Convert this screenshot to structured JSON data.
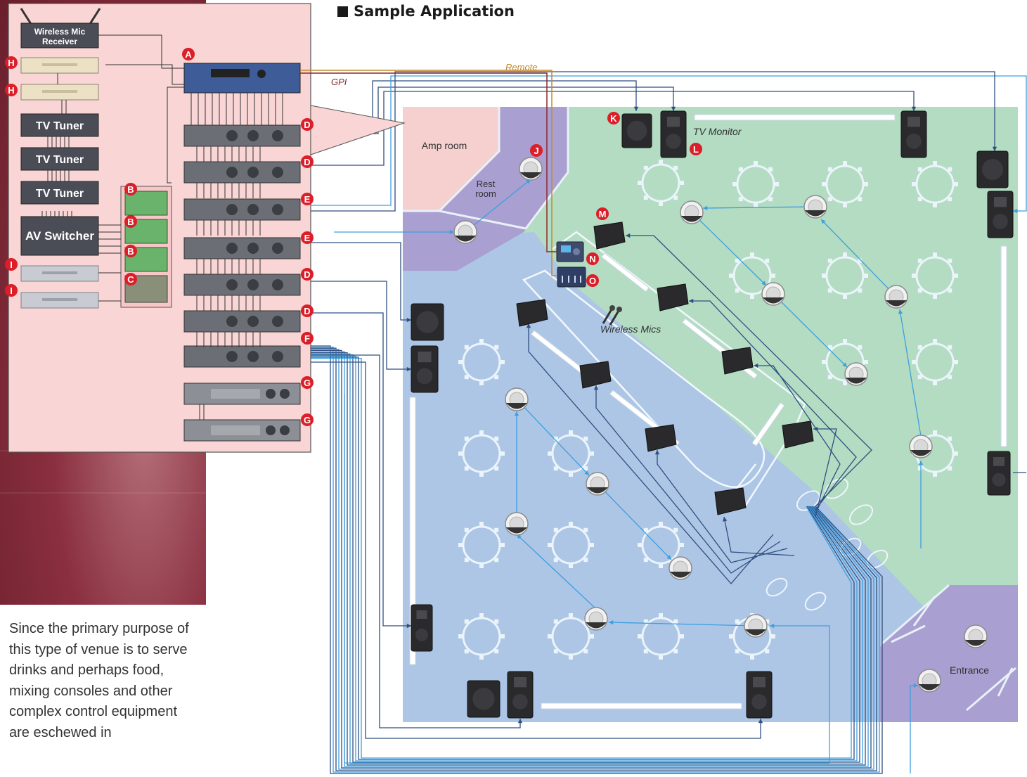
{
  "title": "Sample Application",
  "side_text": "Since the primary purpose of this type of venue is to serve drinks and perhaps food, mixing consoles and other complex control equipment are eschewed in",
  "rack": {
    "devices": [
      "Wireless Mic Receiver",
      "TV Tuner",
      "TV Tuner",
      "TV Tuner",
      "AV Switcher"
    ],
    "markers": [
      "A",
      "B",
      "B",
      "B",
      "C",
      "D",
      "D",
      "E",
      "E",
      "D",
      "D",
      "F",
      "G",
      "G",
      "H",
      "H",
      "I",
      "I"
    ]
  },
  "floor": {
    "rooms": [
      "Amp room",
      "Rest room",
      "Entrance"
    ],
    "rest_room_lines": [
      "Rest",
      "room"
    ],
    "labels": {
      "remote": "Remote",
      "gpi": "GPI",
      "tv_monitor": "TV Monitor",
      "wireless_mics": "Wireless Mics"
    },
    "markers": [
      "J",
      "K",
      "L",
      "M",
      "N",
      "O"
    ]
  },
  "colors": {
    "rack_panel": "#f9d5d5",
    "blue_zone": "#adc6e6",
    "green_zone": "#b3dcc3",
    "purple_zone": "#a99fd0",
    "pink_zone": "#f6cfcf",
    "marker": "#dc1e28",
    "wire_dark": "#2f4f80",
    "wire_light": "#3d9fe0",
    "remote_wire": "#c58a2a",
    "gpi_wire": "#8c2a2a"
  }
}
